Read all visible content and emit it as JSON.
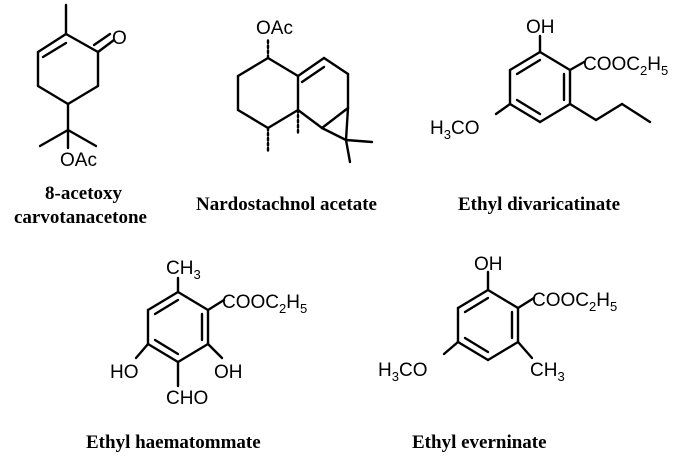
{
  "compounds": [
    {
      "name_line1": "8-acetoxy",
      "name_line2": "carvotanacetone",
      "atoms": {
        "o_ketone": "O",
        "oac": "OAc"
      }
    },
    {
      "name": "Nardostachnol acetate",
      "atoms": {
        "oac": "OAc"
      }
    },
    {
      "name": "Ethyl divaricatinate",
      "atoms": {
        "oh": "OH",
        "ester": "COOC",
        "ester_sub": "2",
        "ester_h": "H",
        "ester_sub2": "5",
        "meo_h": "H",
        "meo_sub": "3",
        "meo_co": "CO"
      }
    },
    {
      "name": "Ethyl haematommate",
      "atoms": {
        "ch3": "CH",
        "ch3_sub": "3",
        "ester": "COOC",
        "ester_sub": "2",
        "ester_h": "H",
        "ester_sub2": "5",
        "ho": "HO",
        "oh": "OH",
        "cho": "CHO"
      }
    },
    {
      "name": "Ethyl everninate",
      "atoms": {
        "oh": "OH",
        "ester": "COOC",
        "ester_sub": "2",
        "ester_h": "H",
        "ester_sub2": "5",
        "meo_h": "H",
        "meo_sub": "3",
        "meo_co": "CO",
        "ch3": "CH",
        "ch3_sub": "3"
      }
    }
  ]
}
